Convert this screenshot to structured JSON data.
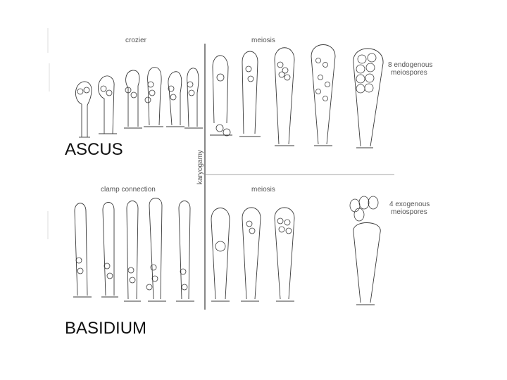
{
  "figure": {
    "ascus_title": "ASCUS",
    "basidium_title": "BASIDIUM",
    "karyogamy_label": "karyogamy",
    "ascus_row": {
      "stage1_label": "crozier",
      "stage2_label": "meiosis",
      "result_line1": "8 endogenous",
      "result_line2": "meiospores"
    },
    "basidium_row": {
      "stage1_label": "clamp connection",
      "stage2_label": "meiosis",
      "result_line1": "4 exogenous",
      "result_line2": "meiospores"
    }
  }
}
